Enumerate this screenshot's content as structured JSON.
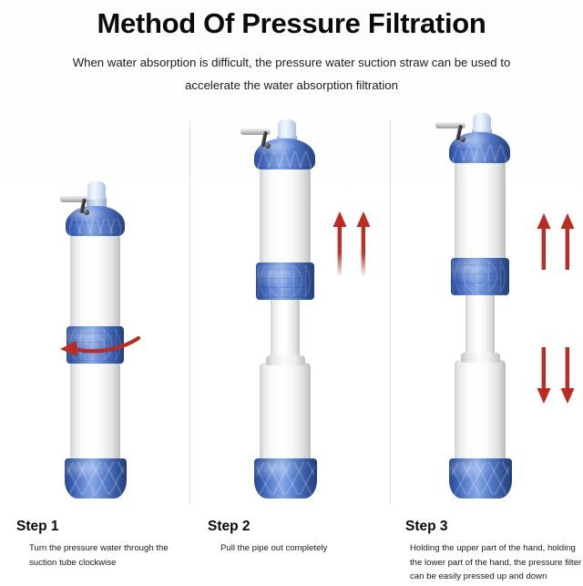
{
  "header": {
    "title": "Method Of Pressure Filtration",
    "subtitle": "When water absorption is difficult, the pressure water suction straw can be used to accelerate the water absorption filtration"
  },
  "colors": {
    "background": "#ffffff",
    "title_text": "#0b0b0b",
    "body_text": "#181818",
    "divider": "#dcdcdc",
    "product_blue_dark": "#24407b",
    "product_blue_mid": "#3d63b8",
    "product_blue_light": "#87a7e5",
    "product_white": "#ffffff",
    "nozzle_translucent": "#c9d9f0",
    "clip_metal": "#9a9a9a",
    "arrow_red": "#bb2b22",
    "arrow_red_light": "#c0302a"
  },
  "steps": [
    {
      "heading": "Step 1",
      "caption": "Turn the pressure water through the suction tube clockwise",
      "motion": "rotate-counterclockwise",
      "arrows": [
        {
          "icon": "curved-rotation-arrow-icon",
          "direction": "left"
        }
      ],
      "device_state": "collapsed"
    },
    {
      "heading": "Step 2",
      "caption": "Pull the pipe out completely",
      "motion": "pull-up",
      "arrows": [
        {
          "icon": "arrow-up-icon",
          "direction": "up"
        },
        {
          "icon": "arrow-up-icon",
          "direction": "up"
        }
      ],
      "device_state": "extended"
    },
    {
      "heading": "Step 3",
      "caption": "Holding the upper part of the hand, holding the lower part of the hand, the pressure filter can be easily pressed up and down",
      "motion": "pump-up-and-down",
      "arrows": [
        {
          "icon": "arrow-up-icon",
          "direction": "up"
        },
        {
          "icon": "arrow-up-icon",
          "direction": "up"
        },
        {
          "icon": "arrow-down-icon",
          "direction": "down"
        },
        {
          "icon": "arrow-down-icon",
          "direction": "down"
        }
      ],
      "device_state": "extended"
    }
  ],
  "product": {
    "name": "pressure water suction straw filter",
    "parts": [
      "nozzle-tip",
      "metal-clip",
      "blue-cap",
      "white-body-tube",
      "blue-ribbed-collar",
      "white-lower-tube",
      "blue-flared-base"
    ]
  }
}
